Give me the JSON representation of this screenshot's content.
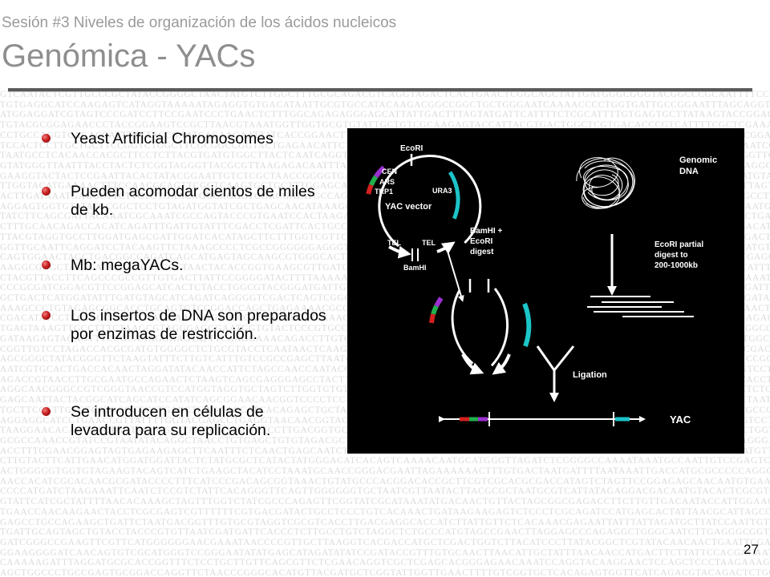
{
  "header": {
    "subtitle": "Sesión #3 Niveles de organización de los ácidos nucleicos",
    "title": "Genómica - YACs"
  },
  "bullets": [
    {
      "text": "Yeast Artificial Chromosomes"
    },
    {
      "text": "Pueden acomodar cientos de miles de kb."
    },
    {
      "text": "Mb: megaYACs."
    },
    {
      "text": "Los insertos de DNA son preparados por enzimas de restricción."
    },
    {
      "text": "Se introducen en células de levadura para su replicación."
    }
  ],
  "diagram": {
    "vector_labels": {
      "ecori": "EcoRI",
      "cen": "CEN",
      "ars": "ARS",
      "trp1": "TRP1",
      "ura3": "URA3",
      "yac_vector": "YAC vector",
      "tel_left": "TEL",
      "tel_right": "TEL",
      "bamhi": "BamHI"
    },
    "digest_label": [
      "BamHI +",
      "EcoRI",
      "digest"
    ],
    "genomic_label": [
      "Genomic",
      "DNA"
    ],
    "partial_label": [
      "EcoRI partial",
      "digest to",
      "200-1000kb"
    ],
    "ligation_label": "Ligation",
    "yac_label": "YAC",
    "colors": {
      "cen": "#9b30d0",
      "ars": "#22b04b",
      "trp1": "#d42020",
      "ura3": "#1cc4c8",
      "line": "#ffffff",
      "background": "#000000"
    }
  },
  "footer": {
    "page_number": "27"
  }
}
